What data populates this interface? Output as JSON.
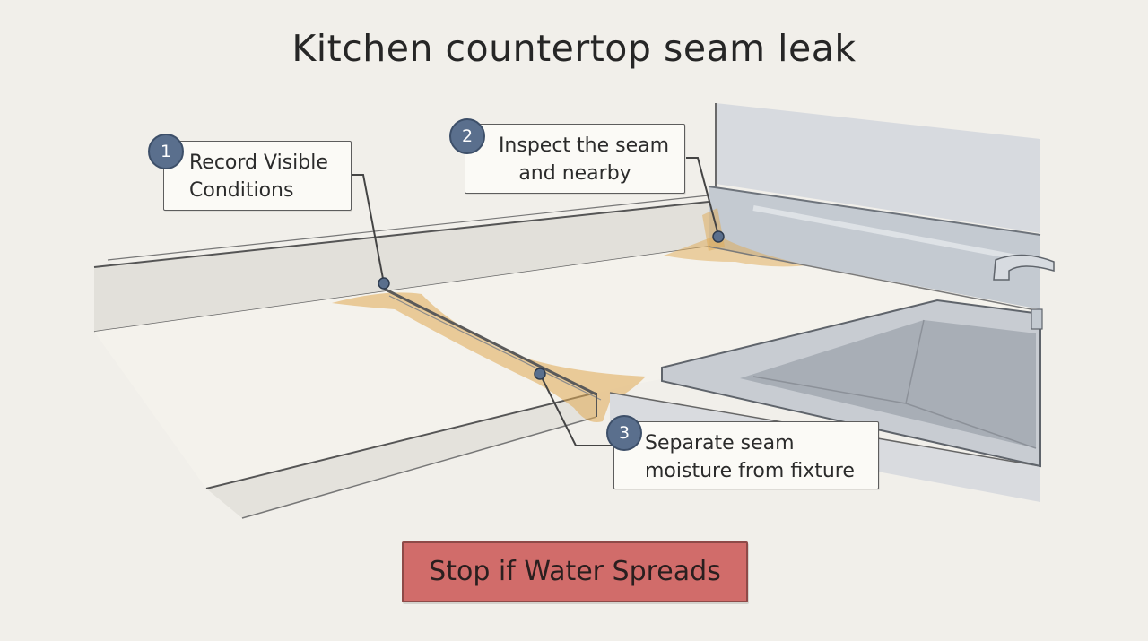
{
  "title": "Kitchen countertop seam leak",
  "steps": [
    {
      "number": "1",
      "lines": [
        "Record Visible",
        "Conditions"
      ]
    },
    {
      "number": "2",
      "lines": [
        "Inspect the seam",
        "and nearby"
      ]
    },
    {
      "number": "3",
      "lines": [
        "Separate seam",
        "moisture from fixture"
      ]
    }
  ],
  "stop_button": {
    "label": "Stop if Water Spreads"
  },
  "colors": {
    "background": "#f1efea",
    "badge": "#5a6f8d",
    "stain": "#e0a954",
    "stop_button": "#d16c6a",
    "steel": "#c4cad1"
  }
}
